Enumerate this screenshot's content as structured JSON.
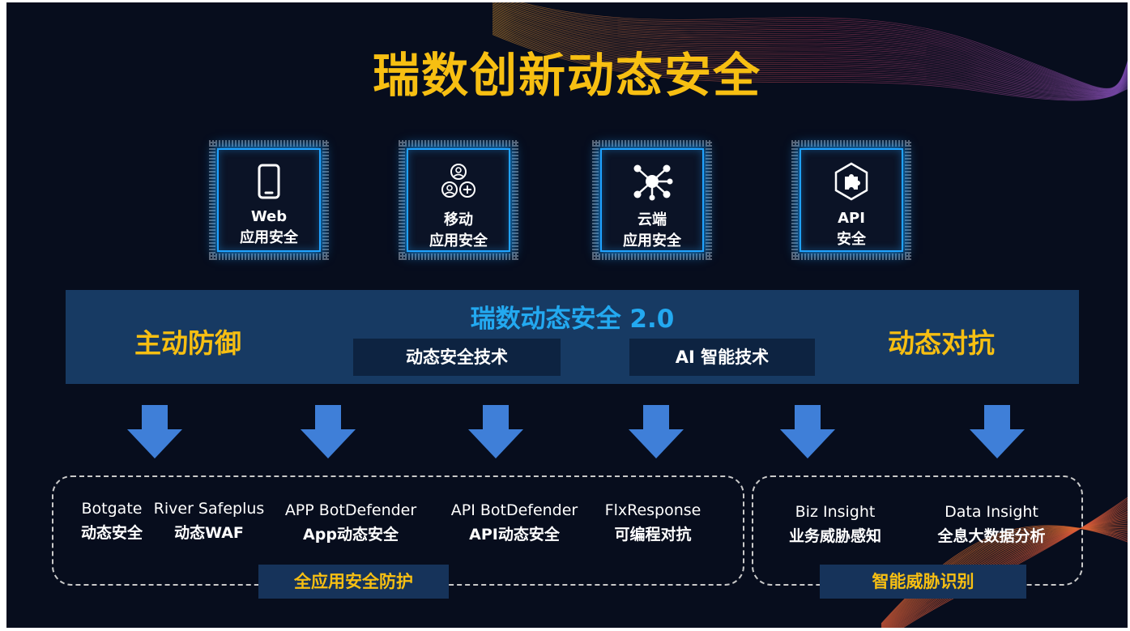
{
  "title": "瑞数创新动态安全",
  "colors": {
    "title_gold": "#f7bf12",
    "banner_blue": "#173a63",
    "accent_blue": "#23a9f0",
    "chip_glow": "#1fa2ff",
    "arrow_blue": "#3f7fd8",
    "background": "#070d1d"
  },
  "chips": [
    {
      "icon": "smartphone-icon",
      "line1": "Web",
      "line2": "应用安全"
    },
    {
      "icon": "users-add-icon",
      "line1": "移动",
      "line2": "应用安全"
    },
    {
      "icon": "network-hub-icon",
      "line1": "云端",
      "line2": "应用安全"
    },
    {
      "icon": "puzzle-piece-icon",
      "line1": "API",
      "line2": "安全"
    }
  ],
  "banner": {
    "title": "瑞数动态安全 2.0",
    "left": "主动防御",
    "right": "动态对抗",
    "tag_left": "动态安全技术",
    "tag_right": "AI 智能技术"
  },
  "groups": {
    "left_tag": "全应用安全防护",
    "right_tag": "智能威胁识别"
  },
  "products": [
    {
      "en": "Botgate",
      "cn": "动态安全"
    },
    {
      "en": "River Safeplus",
      "cn": "动态WAF"
    },
    {
      "en": "APP BotDefender",
      "cn": "App动态安全"
    },
    {
      "en": "API BotDefender",
      "cn": "API动态安全"
    },
    {
      "en": "FlxResponse",
      "cn": "可编程对抗"
    },
    {
      "en": "Biz Insight",
      "cn": "业务威胁感知"
    },
    {
      "en": "Data Insight",
      "cn": "全息大数据分析"
    }
  ]
}
